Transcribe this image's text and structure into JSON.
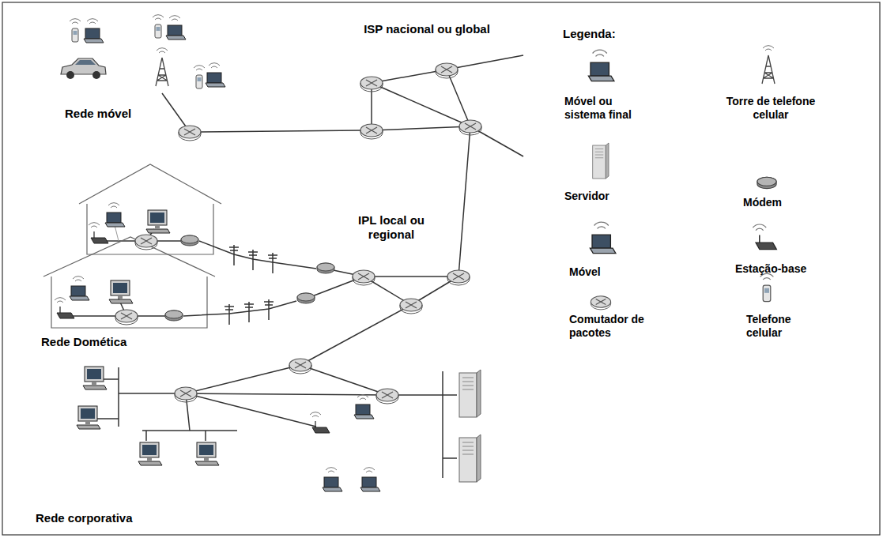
{
  "diagram": {
    "nodes": [
      {
        "text": [
          "Rede móvel"
        ]
      },
      {
        "text": [
          "ISP nacional ou global"
        ]
      },
      {
        "text": [
          "IPL local ou regional"
        ]
      },
      {
        "text": [
          "Rede corporativa"
        ]
      }
    ],
    "labels": [
      "Legenda:",
      "Rede Domética"
    ],
    "legend": [
      {
        "text": "Móvel ou sistema final"
      },
      {
        "text": "Torre de telefone celular"
      },
      {
        "text": "Servidor"
      },
      {
        "text": "Módem"
      },
      {
        "text": "Móvel"
      },
      {
        "text": "Estação-base"
      },
      {
        "text": "Comutador de pacotes"
      },
      {
        "text": "Telefone celular"
      }
    ]
  }
}
